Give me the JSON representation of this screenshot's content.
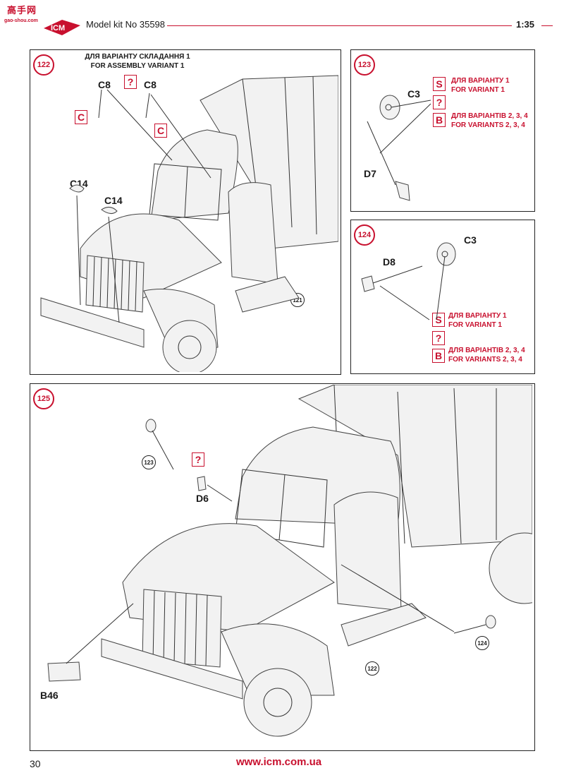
{
  "header": {
    "logo_cn": "高手网",
    "logo_url": "gao-shou.com",
    "brand": "ICM",
    "kit_title": "Model kit No 35598",
    "scale": "1:35"
  },
  "steps": {
    "s122": {
      "num": "122",
      "variant_ua": "ДЛЯ ВАРІАНТУ СКЛАДАННЯ 1",
      "variant_en": "FOR ASSEMBLY VARIANT 1",
      "parts": [
        "C8",
        "C8",
        "C14",
        "C14"
      ],
      "ref": "121"
    },
    "s123": {
      "num": "123",
      "parts": [
        "C3",
        "D7"
      ],
      "v1_ua": "ДЛЯ ВАРІАНТУ 1",
      "v1_en": "FOR VARIANT 1",
      "v234_ua": "ДЛЯ ВАРІАНТІВ 2, 3, 4",
      "v234_en": "FOR VARIANTS 2, 3, 4"
    },
    "s124": {
      "num": "124",
      "parts": [
        "C3",
        "D8"
      ],
      "v1_ua": "ДЛЯ ВАРІАНТУ 1",
      "v1_en": "FOR VARIANT 1",
      "v234_ua": "ДЛЯ ВАРІАНТІВ 2, 3, 4",
      "v234_en": "FOR VARIANTS 2, 3, 4"
    },
    "s125": {
      "num": "125",
      "parts": [
        "D6",
        "B46"
      ],
      "refs": [
        "123",
        "124",
        "122"
      ]
    }
  },
  "glue": {
    "cement": "C",
    "superglue": "S",
    "unknown": "?",
    "both": "B"
  },
  "footer": {
    "page": "30",
    "url": "www.icm.com.ua"
  },
  "colors": {
    "accent": "#c8102e"
  }
}
